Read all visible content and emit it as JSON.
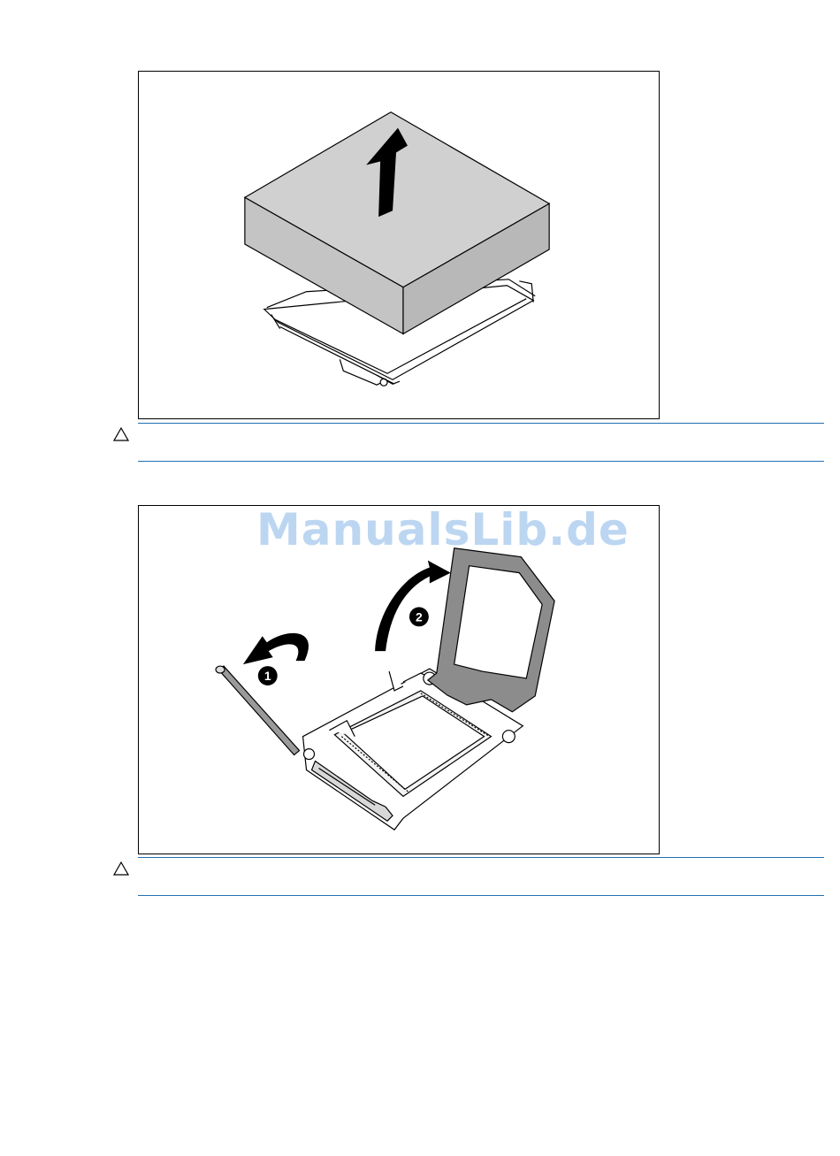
{
  "figures": [
    {
      "subject": "heatsink-removal"
    },
    {
      "subject": "processor-socket-open",
      "callouts": [
        "1",
        "2"
      ]
    }
  ],
  "cautions": [
    {
      "icon": "caution-triangle-icon",
      "text": ""
    },
    {
      "icon": "caution-triangle-icon",
      "text": ""
    }
  ],
  "watermark": "ManualsLib.de",
  "colors": {
    "rule": "#1f6fb2",
    "watermark": "#bcd6f2"
  }
}
